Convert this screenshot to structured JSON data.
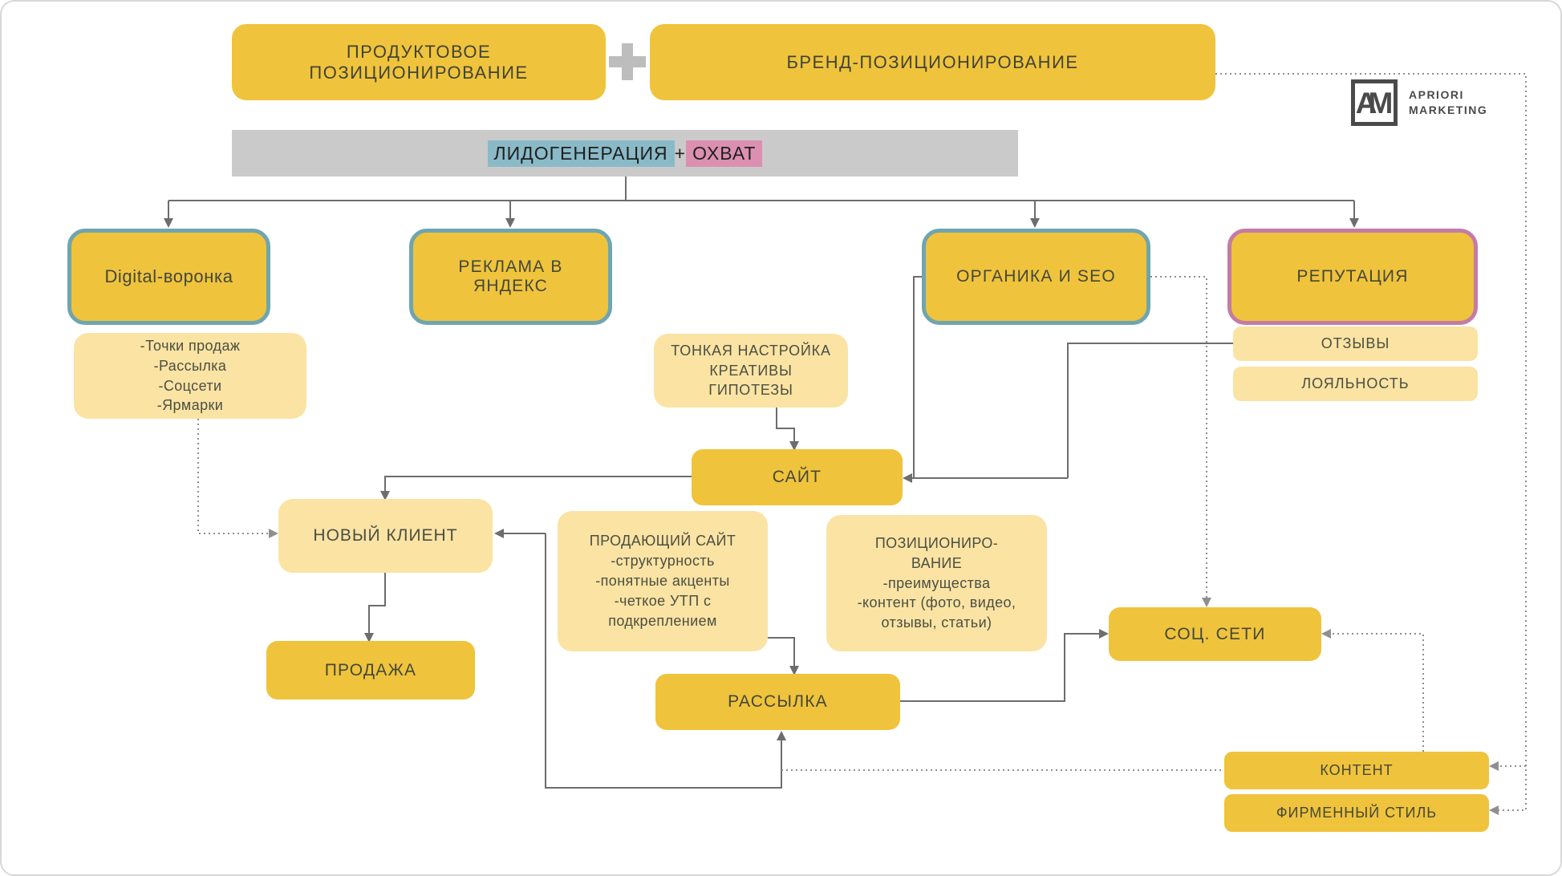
{
  "logo": {
    "monogram": "AM",
    "line1": "APRIORI",
    "line2": "MARKETING"
  },
  "banner": {
    "lead": "ЛИДОГЕНЕРАЦИЯ",
    "plus": "+",
    "reach": "ОХВАТ"
  },
  "nodes": {
    "product": {
      "label": "ПРОДУКТОВОЕ\nПОЗИЦИОНИРОВАНИЕ"
    },
    "brand": {
      "label": "БРЕНД-ПОЗИЦИОНИРОВАНИЕ"
    },
    "digital_funnel": {
      "label": "Digital-воронка"
    },
    "digital_list": {
      "label": "-Точки продаж\n-Рассылка\n-Соцсети\n-Ярмарки"
    },
    "yandex_ads": {
      "label": "РЕКЛАМА В\nЯНДЕКС"
    },
    "fine_tuning": {
      "label": "ТОНКАЯ НАСТРОЙКА\nКРЕАТИВЫ\nГИПОТЕЗЫ"
    },
    "organic_seo": {
      "label": "ОРГАНИКА И SEO"
    },
    "reputation": {
      "label": "РЕПУТАЦИЯ"
    },
    "reviews": {
      "label": "ОТЗЫВЫ"
    },
    "loyalty": {
      "label": "ЛОЯЛЬНОСТЬ"
    },
    "site": {
      "label": "САЙТ"
    },
    "new_client": {
      "label": "НОВЫЙ КЛИЕНТ"
    },
    "sale": {
      "label": "ПРОДАЖА"
    },
    "selling_site": {
      "label": "ПРОДАЮЩИЙ САЙТ\n-структурность\n-понятные акценты\n-четкое УТП с\nподкреплением"
    },
    "positioning": {
      "label": "ПОЗИЦИОНИРО-\nВАНИЕ\n-преимущества\n-контент (фото, видео,\nотзывы, статьи)"
    },
    "mailing": {
      "label": "РАССЫЛКА"
    },
    "social": {
      "label": "СОЦ. СЕТИ"
    },
    "content": {
      "label": "КОНТЕНТ"
    },
    "brand_style": {
      "label": "ФИРМЕННЫЙ СТИЛЬ"
    }
  },
  "colors": {
    "bright_yellow": "#F0C33C",
    "light_yellow": "#FBE3A4",
    "teal_border": "#6FA5AF",
    "pink_border": "#C47BA5",
    "lead_chip": "#8ABAC7",
    "reach_chip": "#DC90B1",
    "gray_bar": "#CACACA",
    "line_gray": "#6d6d6d",
    "dotted_gray": "#8f8f8f"
  }
}
